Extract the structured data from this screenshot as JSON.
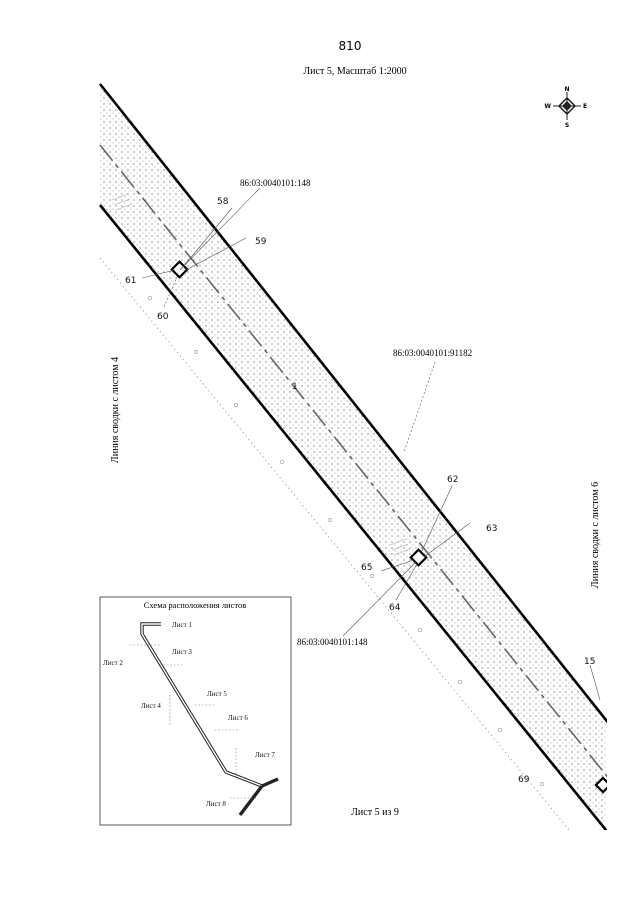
{
  "page_number": "810",
  "sheet_title": "Лист 5, Масштаб 1:2000",
  "footer": "Лист 5 из 9",
  "compass": {
    "n": "N",
    "s": "S",
    "e": "E",
    "w": "W"
  },
  "side_left": "Линия сводки с листом 4",
  "side_right": "Линия сводки с листом 6",
  "parcels": {
    "top_left": "86:03:0040101:148",
    "middle": "86:03:0040101:91182",
    "bottom": "86:03:0040101:148"
  },
  "points": {
    "p58": "58",
    "p59": "59",
    "p61": "61",
    "p60": "60",
    "p1": "1",
    "p62": "62",
    "p63": "63",
    "p65": "65",
    "p64": "64",
    "p15": "15",
    "p69": "69"
  },
  "inset": {
    "title": "Схема расположения листов",
    "sheets": [
      "Лист 1",
      "Лист 2",
      "Лист 3",
      "Лист 4",
      "Лист 5",
      "Лист 6",
      "Лист 7",
      "Лист 8"
    ]
  }
}
